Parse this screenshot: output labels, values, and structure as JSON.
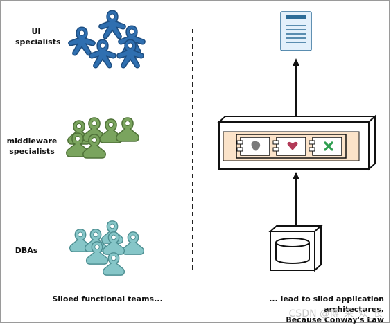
{
  "left": {
    "groups": [
      {
        "label": "UI\nspecialists",
        "color": "#2f6fb0",
        "dark": "#1d4d80",
        "count": 5
      },
      {
        "label": "middleware\nspecialists",
        "color": "#7aa45e",
        "dark": "#4f7238",
        "count": 6
      },
      {
        "label": "DBAs",
        "color": "#86c6c8",
        "dark": "#4d8f92",
        "count": 7
      }
    ],
    "caption": "Siloed functional teams..."
  },
  "right": {
    "caption_line1": "... lead to silod application architectures.",
    "caption_line2": "Because Conway's Law",
    "components": [
      {
        "icon": "shape-icon",
        "color": "#7a7a7a"
      },
      {
        "icon": "heart-icon",
        "color": "#b23a57"
      },
      {
        "icon": "x-icon",
        "color": "#2e9e4f"
      }
    ],
    "colors": {
      "document": "#e3f0fb",
      "document_stroke": "#2c6c98",
      "app_band": "#fbe3c9",
      "box_fill": "#ffffff",
      "db_fill": "#ffffff"
    }
  },
  "watermark": "CSDN @博_采_众_长"
}
